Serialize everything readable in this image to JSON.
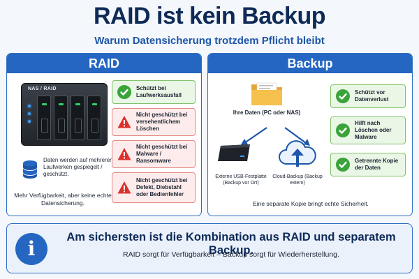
{
  "header": {
    "title": "RAID ist kein Backup",
    "subtitle": "Warum Datensicherung trotzdem Pflicht bleibt"
  },
  "raid": {
    "heading": "RAID",
    "device_label": "NAS / RAID",
    "storage_text": "Daten werden auf mehreren Laufwerken gespiegelt / geschützt.",
    "footer": "Mehr Verfügbarkeit, aber keine echte Datensicherung.",
    "cards": [
      {
        "status": "ok",
        "text": "Schützt bei Laufwerksausfall"
      },
      {
        "status": "warn",
        "text": "Nicht geschützt bei versehentlichem Löschen"
      },
      {
        "status": "warn",
        "text": "Nicht geschützt bei Malware / Ransomware"
      },
      {
        "status": "warn",
        "text": "Nicht geschützt bei Defekt, Diebstahl oder Bedienfehler"
      }
    ]
  },
  "backup": {
    "heading": "Backup",
    "source_label": "Ihre Daten (PC oder NAS)",
    "target_usb": "Externe USB-Festplatte (Backup vor Ort)",
    "target_cloud": "Cloud-Backup (Backup extern)",
    "footer": "Eine separate Kopie bringt echte Sicherheit.",
    "cards": [
      {
        "status": "ok",
        "text": "Schützt vor Datenverlust"
      },
      {
        "status": "ok",
        "text": "Hilft nach Löschen oder Malware"
      },
      {
        "status": "ok",
        "text": "Getrennte Kopie der Daten"
      }
    ]
  },
  "banner": {
    "icon": "info-icon",
    "title": "Am sichersten ist die Kombination aus RAID und separatem Backup.",
    "subtitle": "RAID sorgt für Verfügbarkeit – Backup sorgt für Wiederherstellung."
  },
  "colors": {
    "navy": "#0e2a57",
    "blue": "#2466c2",
    "green": "#3aa33a",
    "red": "#d9322c"
  }
}
